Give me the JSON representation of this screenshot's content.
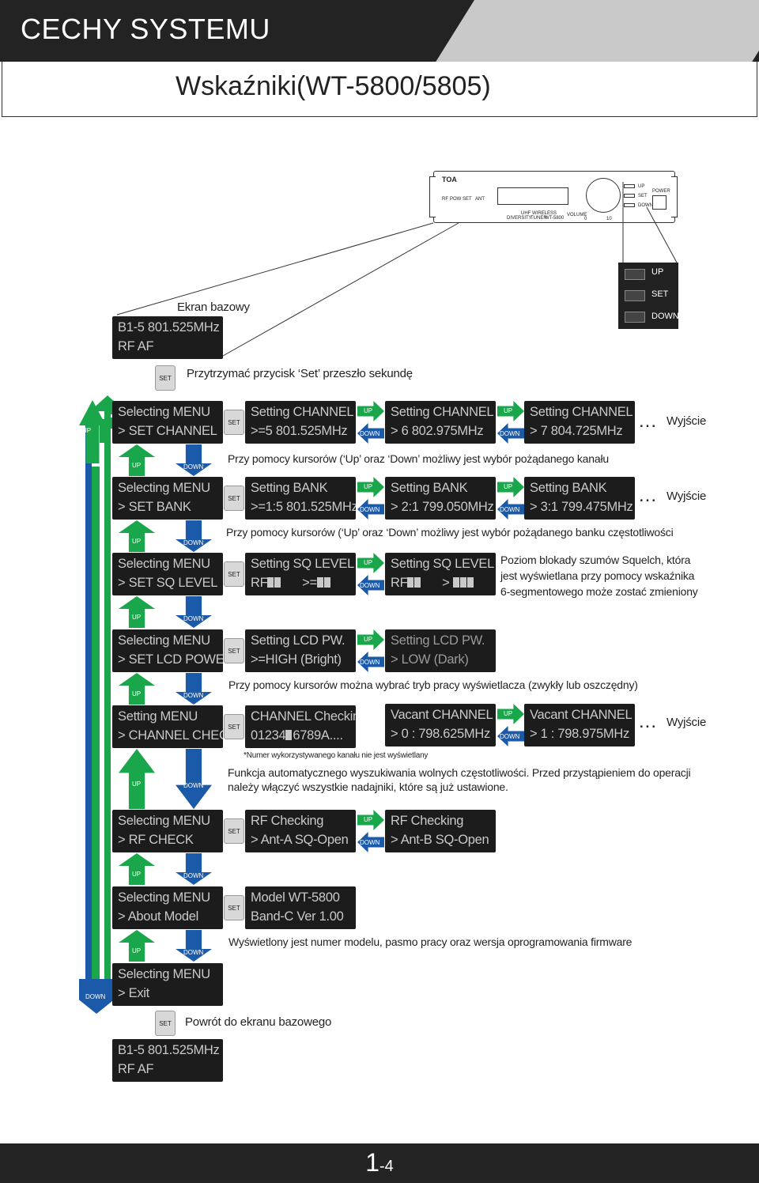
{
  "header": {
    "title": "CECHY SYSTEMU",
    "subtitle": "Wskaźniki(WT-5800/5805)"
  },
  "device": {
    "brand": "TOA",
    "labels": [
      "RF",
      "POW",
      "SET",
      "ANT",
      "UHF WIRELESS",
      "DIVERSITY",
      "TUNER",
      "WT-5800",
      "VOLUME",
      "0",
      "10",
      "UP",
      "SET",
      "DOWN",
      "POWER"
    ]
  },
  "panel_buttons": {
    "up": "UP",
    "set": "SET",
    "down": "DOWN"
  },
  "labels": {
    "up": "UP",
    "down": "DOWN",
    "set": "SET",
    "exit": "Wyjście",
    "dots": "..."
  },
  "base": {
    "caption": "Ekran bazowy",
    "line1": "B1-5  801.525MHz",
    "line2": "RF        AF",
    "hold_caption": "Przytrzymać przycisk ‘Set’ przeszło sekundę"
  },
  "rows": {
    "channel": {
      "menu": [
        "Selecting MENU",
        "> SET CHANNEL"
      ],
      "s1": [
        "Setting CHANNEL",
        ">=5  801.525MHz"
      ],
      "s2": [
        "Setting CHANNEL",
        "> 6   802.975MHz"
      ],
      "s3": [
        "Setting CHANNEL",
        "> 7   804.725MHz"
      ],
      "note": "Przy pomocy kursorów (‘Up’ oraz ‘Down’ możliwy jest wybór pożądanego kanału"
    },
    "bank": {
      "menu": [
        "Selecting MENU",
        "> SET BANK"
      ],
      "s1": [
        "Setting BANK",
        ">=1:5 801.525MHz"
      ],
      "s2": [
        "Setting BANK",
        "> 2:1 799.050MHz"
      ],
      "s3": [
        "Setting BANK",
        "> 3:1 799.475MHz"
      ],
      "note": "Przy pomocy kursorów (‘Up’ oraz ‘Down’ możliwy jest wybór pożądanego banku częstotliwości"
    },
    "sq": {
      "menu": [
        "Selecting MENU",
        "> SET SQ LEVEL"
      ],
      "s1": [
        "Setting SQ LEVEL",
        "RF",
        ">="
      ],
      "s2": [
        "Setting SQ LEVEL",
        "RF",
        ">"
      ],
      "note": [
        "Poziom blokady szumów Squelch, która",
        "jest wyświetlana przy pomocy wskaźnika",
        "6-segmentowego może zostać zmieniony"
      ]
    },
    "lcd": {
      "menu": [
        "Selecting MENU",
        "> SET LCD POWER"
      ],
      "s1": [
        "Setting LCD PW.",
        ">=HIGH (Bright)"
      ],
      "s2": [
        "Setting LCD PW.",
        "> LOW (Dark)"
      ],
      "note": "Przy pomocy kursorów można wybrać tryb pracy wyświetlacza (zwykły lub oszczędny)"
    },
    "check": {
      "menu": [
        "Setting MENU",
        "> CHANNEL CHECK"
      ],
      "s1": [
        "CHANNEL Checking",
        "01234",
        "6789A...."
      ],
      "s2": [
        "Vacant CHANNEL",
        "> 0 :  798.625MHz"
      ],
      "s3": [
        "Vacant CHANNEL",
        "> 1 :  798.975MHz"
      ],
      "footnote": "*Numer wykorzystywanego kanału nie jest wyświetlany",
      "note": [
        "Funkcja automatycznego wyszukiwania wolnych częstotliwości. Przed przystąpieniem do operacji",
        "należy włączyć wszystkie nadajniki, które są już ustawione."
      ]
    },
    "rf": {
      "menu": [
        "Selecting MENU",
        "> RF CHECK"
      ],
      "s1": [
        "RF Checking",
        "> Ant-A SQ-Open"
      ],
      "s2": [
        "RF Checking",
        "> Ant-B SQ-Open"
      ]
    },
    "about": {
      "menu": [
        "Selecting MENU",
        "> About Model"
      ],
      "s1": [
        "Model WT-5800",
        "Band-C Ver 1.00"
      ],
      "note": "Wyświetlony jest numer modelu, pasmo pracy oraz wersja oprogramowania firmware"
    },
    "exit": {
      "menu": [
        "Selecting MENU",
        "> Exit"
      ],
      "note": "Powrót do ekranu bazowego"
    }
  },
  "final": {
    "line1": "B1-5  801.525MHz",
    "line2": "RF        AF"
  },
  "footer": {
    "page": "1",
    "sub": "-4"
  },
  "colors": {
    "green": "#1aa64a",
    "blue": "#1b5aa8",
    "lcd_bg": "#1c1c1c",
    "lcd_text": "#c9c9c9",
    "header_bg": "#232323"
  }
}
